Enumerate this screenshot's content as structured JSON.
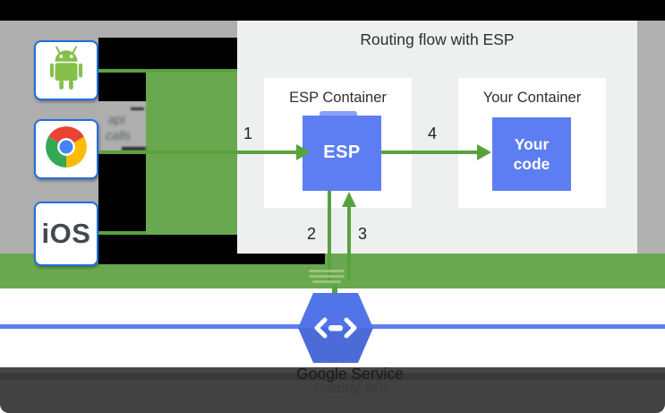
{
  "diagram": {
    "title": "Routing flow with ESP",
    "clients": [
      {
        "name": "android",
        "icon": "android-icon"
      },
      {
        "name": "chrome",
        "icon": "chrome-icon"
      },
      {
        "name": "ios",
        "label": "iOS"
      }
    ],
    "api_calls_label": {
      "line1": "api",
      "line2": "calls"
    },
    "steps": {
      "s1": "1",
      "s2": "2",
      "s3": "3",
      "s4": "4"
    },
    "esp_container": {
      "title": "ESP Container",
      "node_label": "ESP"
    },
    "your_container": {
      "title": "Your Container",
      "node_label_line1": "Your",
      "node_label_line2": "code"
    },
    "service": {
      "icon": "cloud-endpoints-hexagon-icon",
      "label_line1": "Google Service",
      "label_line2": "Control API"
    },
    "colors": {
      "routing_green": "#6aa84f",
      "arrow_green": "#58a23e",
      "node_blue": "#5d7ef2",
      "hexagon_blue": "#5174e8",
      "service_line_blue": "#5d7df0",
      "panel_bg": "#eef0f0",
      "side_gray": "#aeaeae",
      "client_border_blue": "#1e6fe0",
      "top_bar": "#000000",
      "footer": "#424242"
    }
  }
}
